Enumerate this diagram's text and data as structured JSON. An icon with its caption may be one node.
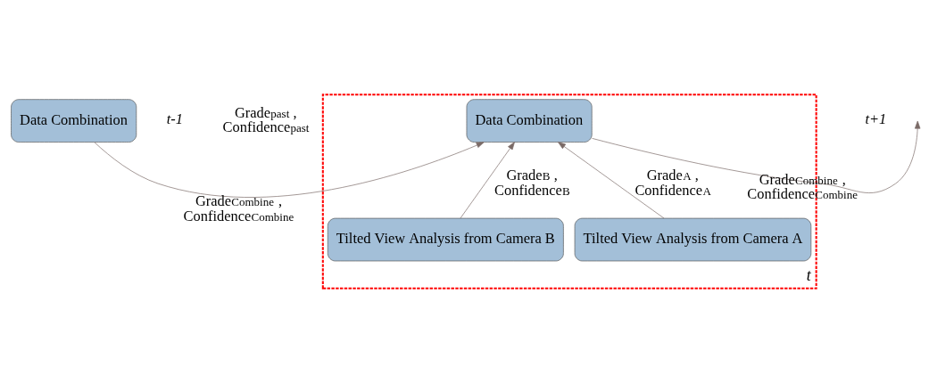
{
  "diagram": {
    "nodes": [
      {
        "text": [
          "t"
        ]
      },
      {
        "text": [
          "Data Combination"
        ]
      },
      {
        "text": [
          "Data Combination"
        ],
        "in": 0
      },
      {
        "text": [
          "Tilted View Analysis from Camera A"
        ],
        "in": 0
      },
      {
        "text": [
          "Tilted View Analysis from Camera B"
        ],
        "in": 0
      }
    ],
    "edges": [
      {
        "from": 1,
        "to": 2,
        "arrow": "to",
        "label": "Grade$_{Combine}$ , Confidence$_{Combine}$"
      },
      {
        "from": 2,
        "to": null,
        "arrow": "to",
        "label": "Grade$_{Combine}$ , Confidence$_{Combine}$"
      },
      {
        "from": 3,
        "to": 2,
        "arrow": "to",
        "label": "Grade$_{A}$ , Confidence$_{A}$"
      },
      {
        "from": 4,
        "to": 2,
        "arrow": "to",
        "label": "Grade$_{B}$ , Confidence$_{B}$"
      }
    ],
    "labels": [
      "t-1",
      "Grade$_{past}$ , Confidence$_{past}$",
      "t+1"
    ]
  }
}
